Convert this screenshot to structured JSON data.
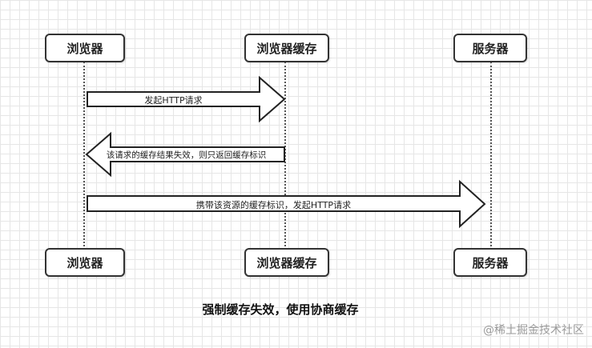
{
  "participants": {
    "browser": "浏览器",
    "cache": "浏览器缓存",
    "server": "服务器"
  },
  "messages": {
    "m1": "发起HTTP请求",
    "m2": "该请求的缓存结果失效，则只返回缓存标识",
    "m3": "携带该资源的缓存标识，发起HTTP请求"
  },
  "caption": "强制缓存失效，使用协商缓存",
  "watermark": "@稀土掘金技术社区"
}
